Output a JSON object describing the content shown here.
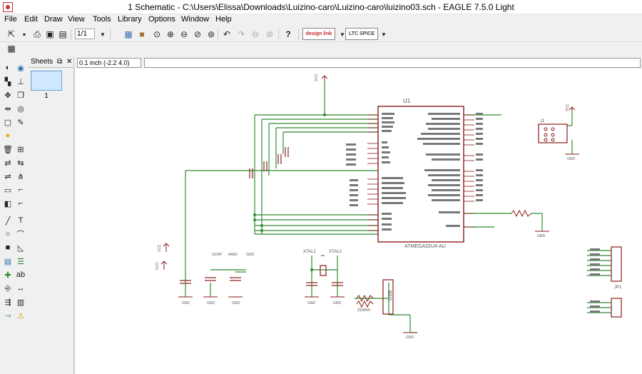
{
  "window": {
    "title": "1 Schematic - C:\\Users\\Elissa\\Downloads\\Luizino-caro\\Luizino-caro\\luizino03.sch - EAGLE 7.5.0 Light"
  },
  "menu": [
    "File",
    "Edit",
    "Draw",
    "View",
    "Tools",
    "Library",
    "Options",
    "Window",
    "Help"
  ],
  "toolbar": {
    "page_selector": "1/1",
    "designlink_label": "design link",
    "ltspice_label": "LTC SPICE"
  },
  "sheets_panel": {
    "title": "Sheets",
    "sheet_number": "1"
  },
  "command_bar": {
    "coordinate_readout": "0.1 inch (-2.2 4.0)",
    "command_value": ""
  },
  "schematic": {
    "chip_name": "U1",
    "chip_part": "ATMEGA32U4-AU",
    "connector_j1": "J1",
    "connector_jp1": "JP1",
    "gnd_label": "GND",
    "vcc_label": "VCC",
    "usb_label": "USB",
    "resistor_value": "22ohm",
    "xtal1": "XTAL1",
    "xtal2": "XTAL2",
    "ucap_label": "UCAP",
    "aref_label": "AREF"
  },
  "colors": {
    "wire": "#2e8b2e",
    "part": "#8b1a1a",
    "label": "#555555"
  }
}
